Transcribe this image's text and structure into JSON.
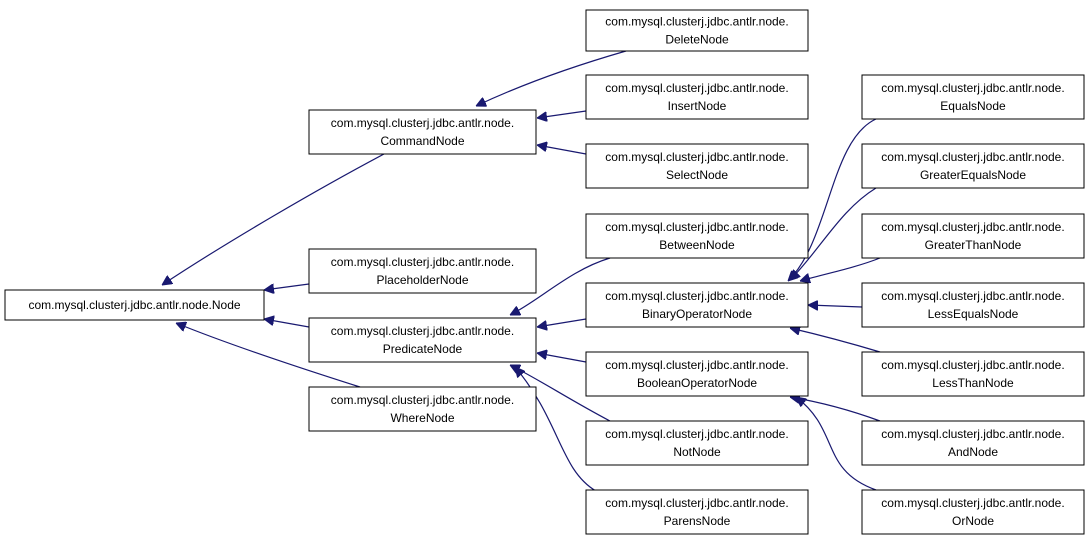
{
  "diagram": {
    "type": "class-inheritance",
    "colors": {
      "edge": "#191970",
      "box_border": "#000000",
      "box_fill": "#ffffff"
    },
    "nodes": {
      "node": {
        "lines": [
          "com.mysql.clusterj.jdbc.antlr.node.Node"
        ]
      },
      "command": {
        "lines": [
          "com.mysql.clusterj.jdbc.antlr.node.",
          "CommandNode"
        ]
      },
      "placeholder": {
        "lines": [
          "com.mysql.clusterj.jdbc.antlr.node.",
          "PlaceholderNode"
        ]
      },
      "predicate": {
        "lines": [
          "com.mysql.clusterj.jdbc.antlr.node.",
          "PredicateNode"
        ]
      },
      "where": {
        "lines": [
          "com.mysql.clusterj.jdbc.antlr.node.",
          "WhereNode"
        ]
      },
      "delete": {
        "lines": [
          "com.mysql.clusterj.jdbc.antlr.node.",
          "DeleteNode"
        ]
      },
      "insert": {
        "lines": [
          "com.mysql.clusterj.jdbc.antlr.node.",
          "InsertNode"
        ]
      },
      "select": {
        "lines": [
          "com.mysql.clusterj.jdbc.antlr.node.",
          "SelectNode"
        ]
      },
      "between": {
        "lines": [
          "com.mysql.clusterj.jdbc.antlr.node.",
          "BetweenNode"
        ]
      },
      "binary": {
        "lines": [
          "com.mysql.clusterj.jdbc.antlr.node.",
          "BinaryOperatorNode"
        ]
      },
      "boolean": {
        "lines": [
          "com.mysql.clusterj.jdbc.antlr.node.",
          "BooleanOperatorNode"
        ]
      },
      "not": {
        "lines": [
          "com.mysql.clusterj.jdbc.antlr.node.",
          "NotNode"
        ]
      },
      "parens": {
        "lines": [
          "com.mysql.clusterj.jdbc.antlr.node.",
          "ParensNode"
        ]
      },
      "equals": {
        "lines": [
          "com.mysql.clusterj.jdbc.antlr.node.",
          "EqualsNode"
        ]
      },
      "greater_equals": {
        "lines": [
          "com.mysql.clusterj.jdbc.antlr.node.",
          "GreaterEqualsNode"
        ]
      },
      "greater_than": {
        "lines": [
          "com.mysql.clusterj.jdbc.antlr.node.",
          "GreaterThanNode"
        ]
      },
      "less_equals": {
        "lines": [
          "com.mysql.clusterj.jdbc.antlr.node.",
          "LessEqualsNode"
        ]
      },
      "less_than": {
        "lines": [
          "com.mysql.clusterj.jdbc.antlr.node.",
          "LessThanNode"
        ]
      },
      "and": {
        "lines": [
          "com.mysql.clusterj.jdbc.antlr.node.",
          "AndNode"
        ]
      },
      "or": {
        "lines": [
          "com.mysql.clusterj.jdbc.antlr.node.",
          "OrNode"
        ]
      }
    },
    "edges": [
      {
        "child": "command",
        "parent": "node"
      },
      {
        "child": "placeholder",
        "parent": "node"
      },
      {
        "child": "predicate",
        "parent": "node"
      },
      {
        "child": "where",
        "parent": "node"
      },
      {
        "child": "delete",
        "parent": "command"
      },
      {
        "child": "insert",
        "parent": "command"
      },
      {
        "child": "select",
        "parent": "command"
      },
      {
        "child": "between",
        "parent": "predicate"
      },
      {
        "child": "binary",
        "parent": "predicate"
      },
      {
        "child": "boolean",
        "parent": "predicate"
      },
      {
        "child": "not",
        "parent": "predicate"
      },
      {
        "child": "parens",
        "parent": "predicate"
      },
      {
        "child": "equals",
        "parent": "binary"
      },
      {
        "child": "greater_equals",
        "parent": "binary"
      },
      {
        "child": "greater_than",
        "parent": "binary"
      },
      {
        "child": "less_equals",
        "parent": "binary"
      },
      {
        "child": "less_than",
        "parent": "binary"
      },
      {
        "child": "and",
        "parent": "boolean"
      },
      {
        "child": "or",
        "parent": "boolean"
      }
    ]
  }
}
